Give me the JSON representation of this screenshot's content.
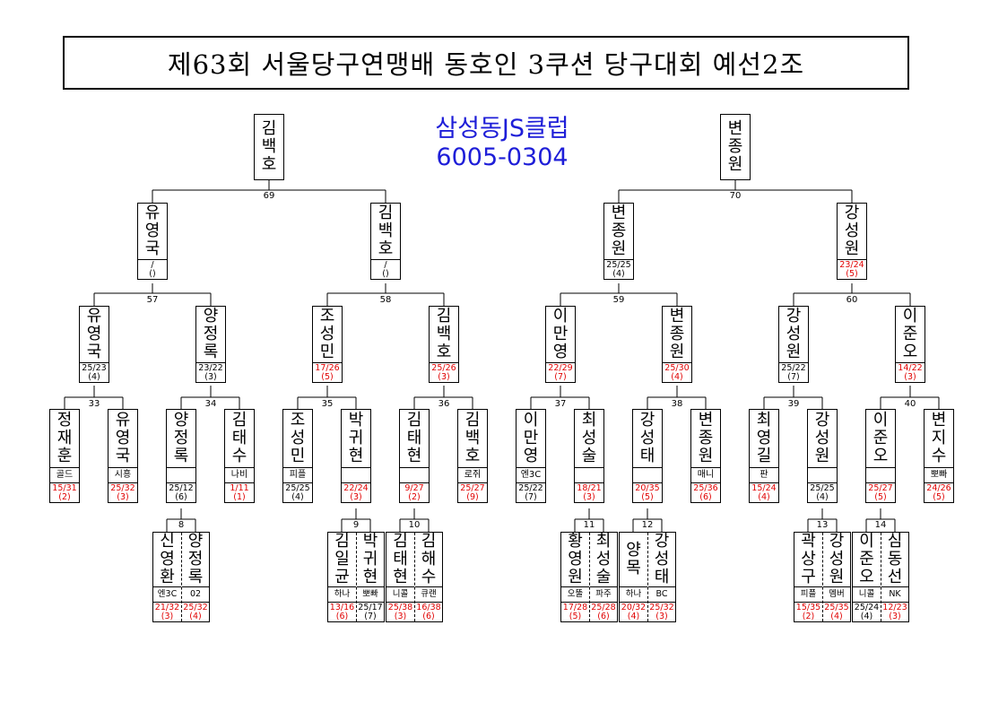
{
  "title": "제63회 서울당구연맹배 동호인 3쿠션 당구대회 예선2조",
  "club": {
    "name": "삼성동JS클럽",
    "phone": "6005-0304"
  },
  "score_color": "#e00000",
  "top": [
    {
      "name": "김백호",
      "match": "69"
    },
    {
      "name": "변종원",
      "match": "70"
    }
  ],
  "semis": [
    {
      "name": "유영국",
      "score": "/",
      "rank": "()"
    },
    {
      "name": "김백호",
      "score": "/",
      "rank": "()"
    },
    {
      "name": "변종원",
      "score": "25/25",
      "rank": "(4)"
    },
    {
      "name": "강성원",
      "score": "23/24",
      "rank": "(5)"
    }
  ],
  "semi_matches": [
    "57",
    "58",
    "59",
    "60"
  ],
  "quarters": [
    {
      "name": "유영국",
      "score": "25/23",
      "rank": "(4)"
    },
    {
      "name": "양정록",
      "score": "23/22",
      "rank": "(3)"
    },
    {
      "name": "조성민",
      "score": "17/26",
      "rank": "(5)"
    },
    {
      "name": "김백호",
      "score": "25/26",
      "rank": "(3)"
    },
    {
      "name": "이만영",
      "score": "22/29",
      "rank": "(7)"
    },
    {
      "name": "변종원",
      "score": "25/30",
      "rank": "(4)"
    },
    {
      "name": "강성원",
      "score": "25/22",
      "rank": "(7)"
    },
    {
      "name": "이준오",
      "score": "14/22",
      "rank": "(3)"
    }
  ],
  "quarter_matches": [
    "33",
    "34",
    "35",
    "36",
    "37",
    "38",
    "39",
    "40"
  ],
  "r1": [
    {
      "name": "정재훈",
      "club": "골드",
      "score": "15/31",
      "rank": "(2)"
    },
    {
      "name": "유영국",
      "club": "시흥",
      "score": "25/32",
      "rank": "(3)"
    },
    {
      "name": "양정록",
      "club": "",
      "score": "25/12",
      "rank": "(6)"
    },
    {
      "name": "김태수",
      "club": "나비",
      "score": "1/11",
      "rank": "(1)"
    },
    {
      "name": "조성민",
      "club": "피플",
      "score": "25/25",
      "rank": "(4)"
    },
    {
      "name": "박귀현",
      "club": "",
      "score": "22/24",
      "rank": "(3)"
    },
    {
      "name": "김태현",
      "club": "",
      "score": "9/27",
      "rank": "(2)"
    },
    {
      "name": "김백호",
      "club": "로쥐",
      "score": "25/27",
      "rank": "(9)"
    },
    {
      "name": "이만영",
      "club": "엔3C",
      "score": "25/22",
      "rank": "(7)"
    },
    {
      "name": "최성술",
      "club": "",
      "score": "18/21",
      "rank": "(3)"
    },
    {
      "name": "강성태",
      "club": "",
      "score": "20/35",
      "rank": "(5)"
    },
    {
      "name": "변종원",
      "club": "매니",
      "score": "25/36",
      "rank": "(6)"
    },
    {
      "name": "최영길",
      "club": "판",
      "score": "15/24",
      "rank": "(4)"
    },
    {
      "name": "강성원",
      "club": "",
      "score": "25/25",
      "rank": "(4)"
    },
    {
      "name": "이준오",
      "club": "",
      "score": "25/27",
      "rank": "(5)"
    },
    {
      "name": "변지수",
      "club": "뽀빠",
      "score": "24/26",
      "rank": "(5)"
    }
  ],
  "prelim": [
    {
      "match": "8",
      "players": [
        {
          "name": "신영환",
          "club": "엔3C",
          "score": "21/32",
          "rank": "(3)"
        },
        {
          "name": "양정록",
          "club": "02",
          "score": "25/32",
          "rank": "(4)"
        }
      ]
    },
    {
      "match": "9",
      "players": [
        {
          "name": "김일균",
          "club": "하나",
          "score": "13/16",
          "rank": "(6)"
        },
        {
          "name": "박귀현",
          "club": "뽀빠",
          "score": "25/17",
          "rank": "(7)"
        }
      ]
    },
    {
      "match": "10",
      "players": [
        {
          "name": "김태현",
          "club": "니콜",
          "score": "25/38",
          "rank": "(3)"
        },
        {
          "name": "김해수",
          "club": "큐랜",
          "score": "16/38",
          "rank": "(6)"
        }
      ]
    },
    {
      "match": "11",
      "players": [
        {
          "name": "황영원",
          "club": "오뚤",
          "score": "17/28",
          "rank": "(5)"
        },
        {
          "name": "최성술",
          "club": "파주",
          "score": "25/28",
          "rank": "(6)"
        }
      ]
    },
    {
      "match": "12",
      "players": [
        {
          "name": "양목",
          "club": "하나",
          "score": "20/32",
          "rank": "(4)"
        },
        {
          "name": "강성태",
          "club": "BC",
          "score": "25/32",
          "rank": "(3)"
        }
      ]
    },
    {
      "match": "13",
      "players": [
        {
          "name": "곽상구",
          "club": "피플",
          "score": "15/35",
          "rank": "(2)"
        },
        {
          "name": "강성원",
          "club": "멤버",
          "score": "25/35",
          "rank": "(4)"
        }
      ]
    },
    {
      "match": "14",
      "players": [
        {
          "name": "이준오",
          "club": "니콜",
          "score": "25/24",
          "rank": "(4)"
        },
        {
          "name": "심동선",
          "club": "NK",
          "score": "12/23",
          "rank": "(3)"
        }
      ]
    }
  ]
}
